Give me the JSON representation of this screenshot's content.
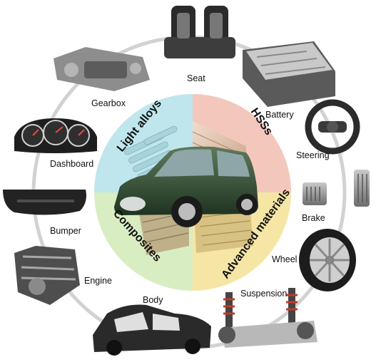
{
  "diagram": {
    "categories": [
      {
        "id": "light-alloys",
        "label": "Light alloys",
        "color": "#bfe6ec"
      },
      {
        "id": "hsss",
        "label": "HSSs",
        "color": "#f4c7bd"
      },
      {
        "id": "composites",
        "label": "Composites",
        "color": "#d9edc2"
      },
      {
        "id": "advanced-materials",
        "label": "Advanced materials",
        "color": "#f6e6a6"
      }
    ],
    "components": [
      {
        "id": "seat",
        "label": "Seat"
      },
      {
        "id": "battery",
        "label": "Battery"
      },
      {
        "id": "steering",
        "label": "Steering"
      },
      {
        "id": "brake",
        "label": "Brake"
      },
      {
        "id": "wheel",
        "label": "Wheel"
      },
      {
        "id": "suspension",
        "label": "Suspension"
      },
      {
        "id": "body",
        "label": "Body"
      },
      {
        "id": "engine",
        "label": "Engine"
      },
      {
        "id": "bumper",
        "label": "Bumper"
      },
      {
        "id": "dashboard",
        "label": "Dashboard"
      },
      {
        "id": "gearbox",
        "label": "Gearbox"
      }
    ],
    "ring_color": "#d2d2d2",
    "car_color": "#2f4a31"
  }
}
